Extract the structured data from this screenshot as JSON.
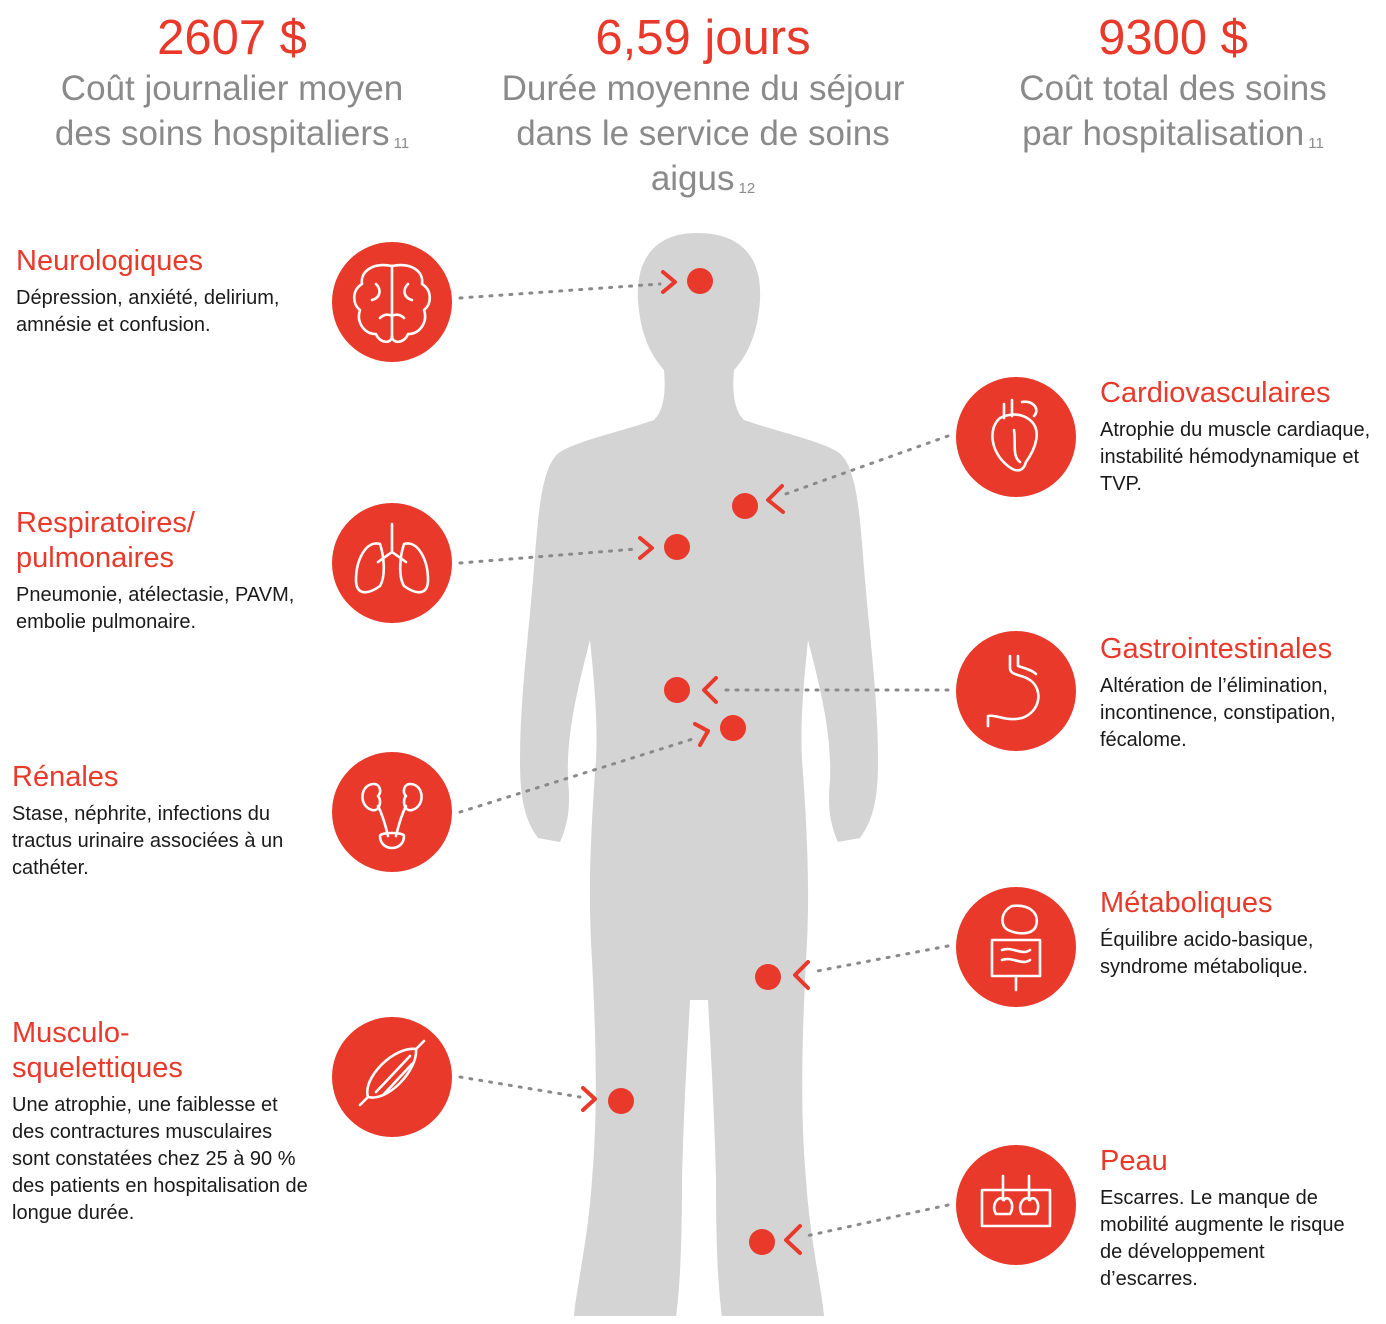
{
  "stats": [
    {
      "value": "2607 $",
      "label_lines": [
        "Coût journalier moyen",
        "des soins hospitaliers"
      ],
      "ref": "11"
    },
    {
      "value": "6,59 jours",
      "label_lines": [
        "Durée moyenne du séjour",
        "dans le service de soins",
        "aigus"
      ],
      "ref": "12"
    },
    {
      "value": "9300 $",
      "label_lines": [
        "Coût total des soins",
        "par hospitalisation"
      ],
      "ref": "11"
    }
  ],
  "categories": {
    "neuro": {
      "title": "Neurologiques",
      "body": "Dépression, anxiété, delirium, amnésie et confusion.",
      "icon": "brain-icon"
    },
    "resp": {
      "title": "Respiratoires/ pulmonaires",
      "body": "Pneumonie, atélectasie, PAVM, embolie pulmonaire.",
      "icon": "lungs-icon"
    },
    "renal": {
      "title": "Rénales",
      "body": "Stase, néphrite, infections du tractus urinaire associées à un cathéter.",
      "icon": "kidneys-icon"
    },
    "musc": {
      "title": "Musculo-squelettiques",
      "body": "Une atrophie, une faiblesse et des contractures musculaires sont constatées chez 25 à 90 % des patients en hospitalisation de longue durée.",
      "icon": "muscle-icon"
    },
    "cardio": {
      "title": "Cardiovasculaires",
      "body": "Atrophie du muscle cardiaque, instabilité hémodynamique et TVP.",
      "icon": "heart-icon"
    },
    "gastro": {
      "title": "Gastrointestinales",
      "body": "Altération de l’élimination, incontinence, constipation, fécalome.",
      "icon": "stomach-icon"
    },
    "meta": {
      "title": "Métaboliques",
      "body": "Équilibre acido-basique, syndrome métabolique.",
      "icon": "intestines-icon"
    },
    "skin": {
      "title": "Peau",
      "body": "Escarres. Le manque de mobilité augmente le risque de développement d’escarres.",
      "icon": "skin-icon"
    }
  },
  "colors": {
    "accent": "#e8392b",
    "body_silhouette": "#d4d4d5",
    "stat_label": "#8a8a8a",
    "text": "#1a1a1a"
  }
}
